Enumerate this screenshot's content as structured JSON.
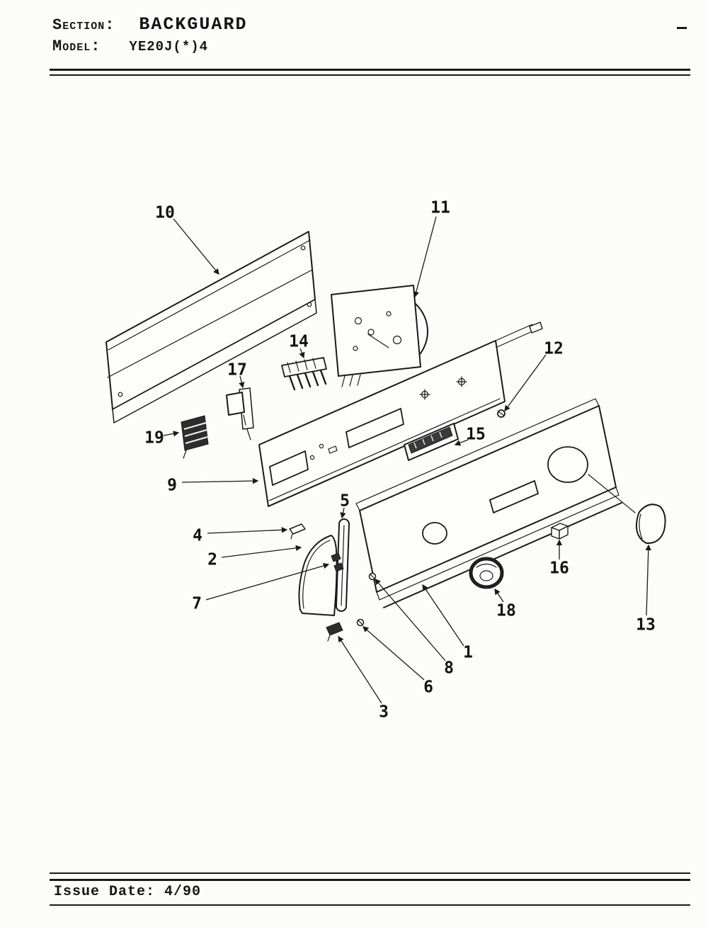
{
  "header": {
    "section_label": "Section:",
    "section_value": "BACKGUARD",
    "model_label": "Model:",
    "model_value": "YE20J(*)4"
  },
  "footer": {
    "issue_date": "Issue Date: 4/90"
  },
  "diagram": {
    "callouts": [
      {
        "num": "1"
      },
      {
        "num": "2"
      },
      {
        "num": "3"
      },
      {
        "num": "4"
      },
      {
        "num": "5"
      },
      {
        "num": "6"
      },
      {
        "num": "7"
      },
      {
        "num": "8"
      },
      {
        "num": "9"
      },
      {
        "num": "10"
      },
      {
        "num": "11"
      },
      {
        "num": "12"
      },
      {
        "num": "13"
      },
      {
        "num": "14"
      },
      {
        "num": "15"
      },
      {
        "num": "16"
      },
      {
        "num": "17"
      },
      {
        "num": "18"
      },
      {
        "num": "19"
      }
    ]
  }
}
